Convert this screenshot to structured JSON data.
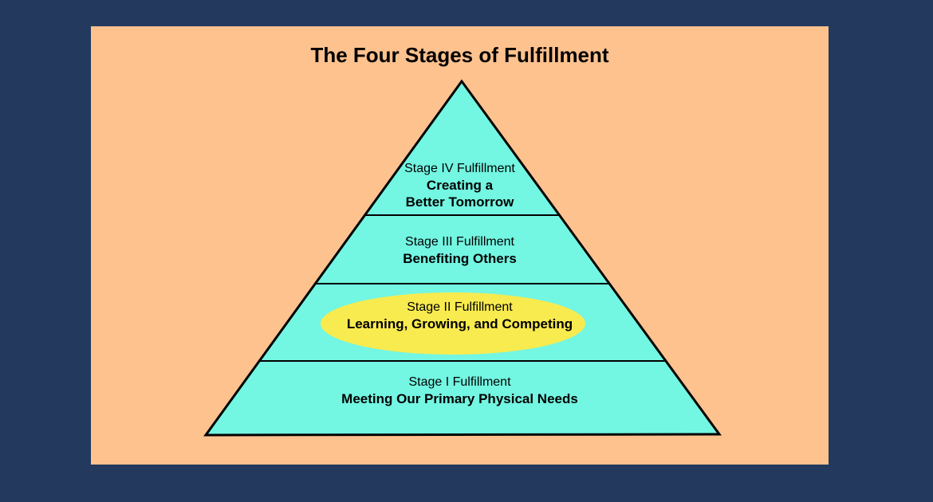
{
  "title": "The Four Stages of Fulfillment",
  "colors": {
    "background": "#233A5E",
    "panel": "#FDC28E",
    "pyramid_fill": "#73F6E2",
    "outline": "#000000",
    "highlight_ellipse": "#F8EB4F",
    "text": "#000000"
  },
  "pyramid": {
    "stages": [
      {
        "id": "stage-iv",
        "label": "Stage IV Fulfillment",
        "lines": [
          "Creating a",
          "Better Tomorrow"
        ],
        "highlighted": false
      },
      {
        "id": "stage-iii",
        "label": "Stage III Fulfillment",
        "lines": [
          "Benefiting Others"
        ],
        "highlighted": false
      },
      {
        "id": "stage-ii",
        "label": "Stage II Fulfillment",
        "lines": [
          "Learning, Growing, and Competing"
        ],
        "highlighted": true
      },
      {
        "id": "stage-i",
        "label": "Stage I Fulfillment",
        "lines": [
          "Meeting Our Primary Physical Needs"
        ],
        "highlighted": false
      }
    ]
  }
}
